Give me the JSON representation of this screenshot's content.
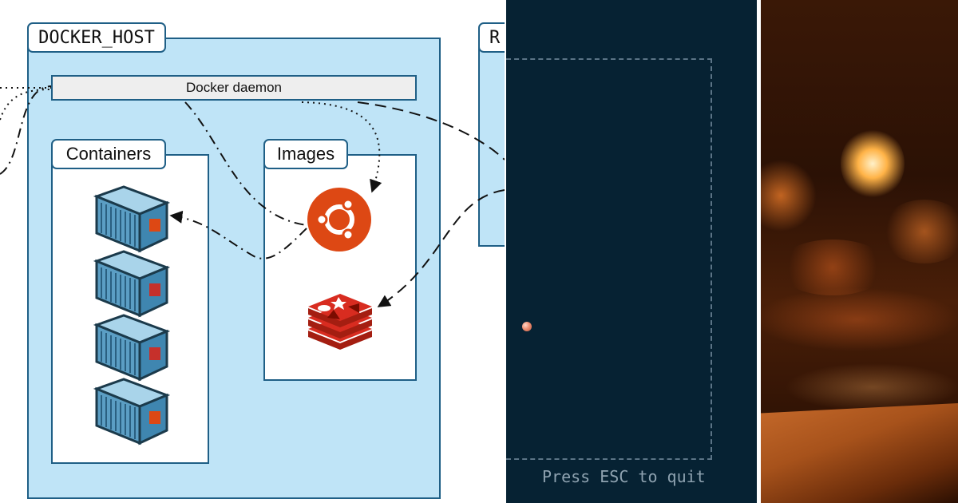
{
  "diagram": {
    "host_title": "DOCKER_HOST",
    "remote_title": "R",
    "daemon_label": "Docker daemon",
    "containers_label": "Containers",
    "images_label": "Images",
    "colors": {
      "box_fill": "#bfe4f7",
      "border": "#1f5f86",
      "ubuntu": "#dd4814",
      "redis": "#c6302b",
      "container_body": "#5b9ec4"
    },
    "images": [
      {
        "icon": "ubuntu-logo-icon"
      },
      {
        "icon": "redis-logo-icon"
      }
    ],
    "containers": [
      {
        "icon": "shipping-container-icon",
        "badge": "ubuntu-badge-icon"
      },
      {
        "icon": "shipping-container-icon",
        "badge": "redis-badge-icon"
      },
      {
        "icon": "shipping-container-icon",
        "badge": "redis-badge-icon"
      },
      {
        "icon": "shipping-container-icon",
        "badge": "ubuntu-badge-icon"
      }
    ]
  },
  "terminal": {
    "quit_hint": "Press ESC to quit",
    "colors": {
      "background": "#062233",
      "border": "#5b7486",
      "ball": "#ee8f73"
    }
  },
  "photo": {
    "subject": "blurred-bar-interior-photo",
    "colors": {
      "dark": "#2a0f02",
      "glow": "#ffb347",
      "wood": "#a7521b"
    }
  }
}
